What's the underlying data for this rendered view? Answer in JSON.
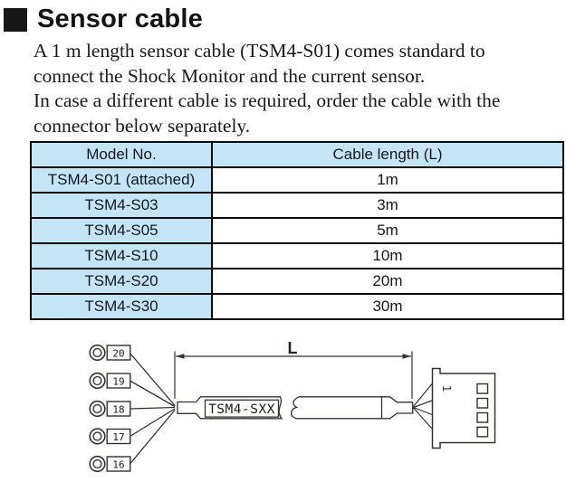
{
  "heading": {
    "title": "Sensor cable"
  },
  "intro": {
    "lines": [
      "A 1 m length sensor cable (TSM4-S01) comes standard to",
      "connect the Shock Monitor and the current sensor.",
      "In case a different cable is required, order the cable with the",
      "connector below separately."
    ]
  },
  "table": {
    "columns": [
      "Model No.",
      "Cable length (L)"
    ],
    "rows": [
      {
        "model": "TSM4-S01 (attached)",
        "length": "1m"
      },
      {
        "model": "TSM4-S03",
        "length": "3m"
      },
      {
        "model": "TSM4-S05",
        "length": "5m"
      },
      {
        "model": "TSM4-S10",
        "length": "10m"
      },
      {
        "model": "TSM4-S20",
        "length": "20m"
      },
      {
        "model": "TSM4-S30",
        "length": "30m"
      }
    ],
    "highlight_color": "#c4e5f5"
  },
  "diagram": {
    "dimension_label": "L",
    "cable_label": "TSM4-SXX",
    "terminals": [
      "20",
      "19",
      "18",
      "17",
      "16"
    ],
    "pin_label": "1"
  }
}
